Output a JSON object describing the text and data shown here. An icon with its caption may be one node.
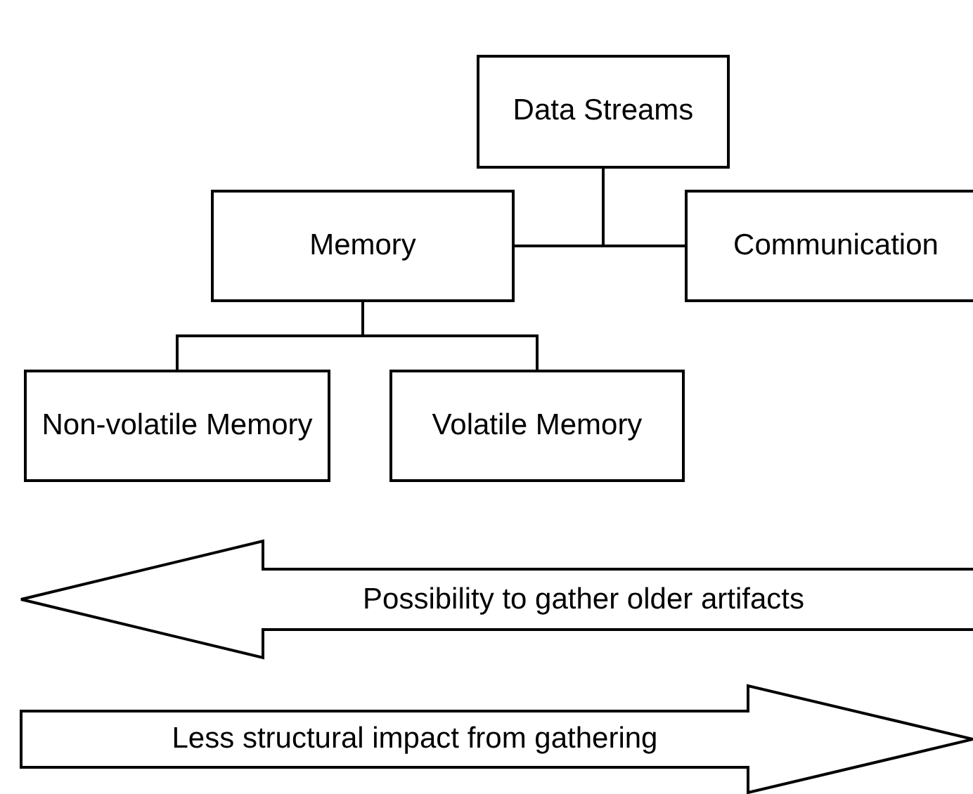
{
  "diagram": {
    "nodes": [
      {
        "text": [
          "Data Streams"
        ]
      },
      {
        "text": [
          "Memory"
        ]
      },
      {
        "text": [
          "Communication"
        ]
      },
      {
        "text": [
          "Non-volatile Memory"
        ]
      },
      {
        "text": [
          "Volatile Memory"
        ]
      },
      {
        "text": [
          "Possibility to gather older artifacts"
        ]
      },
      {
        "text": [
          "Less structural impact from gathering"
        ]
      }
    ],
    "edges": [
      {
        "from": 0,
        "to": 1,
        "arrow": "none"
      },
      {
        "from": 0,
        "to": 2,
        "arrow": "none"
      },
      {
        "from": 1,
        "to": 3,
        "arrow": "none"
      },
      {
        "from": 1,
        "to": 4,
        "arrow": "none"
      }
    ]
  }
}
